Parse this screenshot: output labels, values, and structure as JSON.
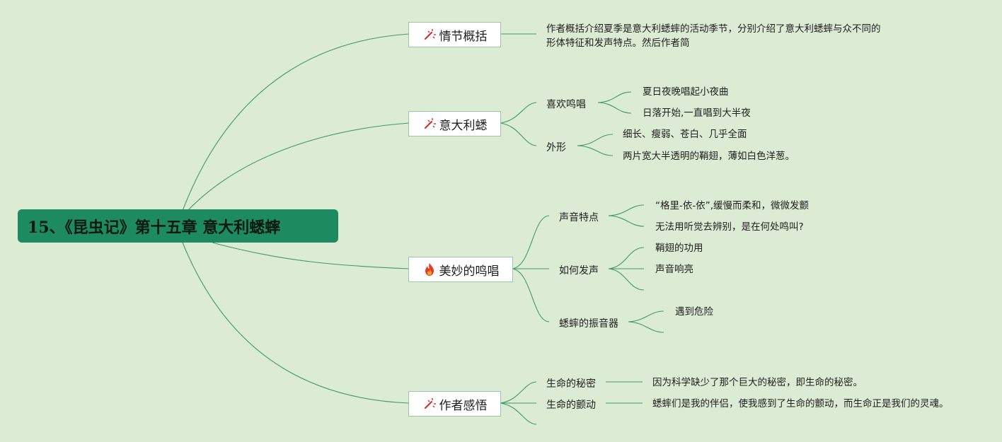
{
  "root": {
    "title": "15、《昆虫记》第十五章 意大利蟋蟀"
  },
  "branches": {
    "plot": {
      "label": "情节概括",
      "icon": "magic-wand-icon",
      "summary_line1": "作者概括介绍夏季是意大利蟋蟀的活动季节，分别介绍了意大利蟋蟀与众不同的",
      "summary_line2": "形体特征和发声特点。然后作者简"
    },
    "cricket": {
      "label": "意大利蟋",
      "icon": "magic-wand-icon",
      "likes_singing": {
        "label": "喜欢鸣唱",
        "items": [
          "夏日夜晚唱起小夜曲",
          "日落开始,一直唱到大半夜"
        ]
      },
      "appearance": {
        "label": "外形",
        "items": [
          "细长、瘦弱、苍白、几乎全面",
          "两片宽大半透明的鞘翅，薄如白色洋葱。"
        ]
      }
    },
    "singing": {
      "label": "美妙的鸣唱",
      "icon": "fire-icon",
      "sound_features": {
        "label": "声音特点",
        "items": [
          "“格里-依-依”,缓慢而柔和，微微发颤",
          "无法用听觉去辨别，是在何处鸣叫?"
        ]
      },
      "how_sound": {
        "label": "如何发声",
        "items": [
          "鞘翅的功用",
          "声音响亮",
          ""
        ]
      },
      "resonator": {
        "label": "蟋蟀的振音器",
        "items": [
          "遇到危险",
          ""
        ]
      }
    },
    "insight": {
      "label": "作者感悟",
      "icon": "magic-wand-icon",
      "secret": {
        "label": "生命的秘密",
        "text": "因为科学缺少了那个巨大的秘密，即生命的秘密。"
      },
      "pulse": {
        "label": "生命的颤动",
        "text": "蟋蟀们是我的伴侣，使我感到了生命的颤动，而生命正是我们的灵魂。"
      }
    }
  },
  "colors": {
    "background": "#dcebd3",
    "root_fill": "#1d8a5f",
    "link": "#3e9a68"
  }
}
